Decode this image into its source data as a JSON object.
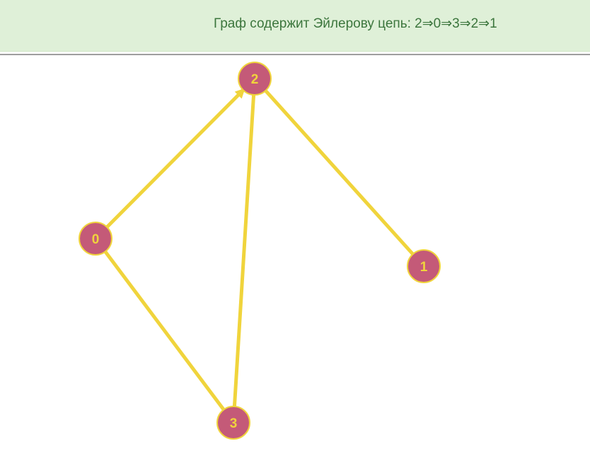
{
  "banner": {
    "message": "Граф содержит Эйлерову цепь: 2⇒0⇒3⇒2⇒1"
  },
  "colors": {
    "banner_bg": "#dff0d8",
    "banner_text": "#3c763d",
    "edge": "#f0d43c",
    "node_fill": "#c45a78",
    "node_stroke": "#f0d43c",
    "node_label": "#f0d43c"
  },
  "graph": {
    "nodes": [
      {
        "id": "0",
        "label": "0"
      },
      {
        "id": "1",
        "label": "1"
      },
      {
        "id": "2",
        "label": "2"
      },
      {
        "id": "3",
        "label": "3"
      }
    ],
    "edges": [
      {
        "from": "2",
        "to": "0"
      },
      {
        "from": "0",
        "to": "3"
      },
      {
        "from": "3",
        "to": "2"
      },
      {
        "from": "2",
        "to": "1"
      }
    ]
  }
}
